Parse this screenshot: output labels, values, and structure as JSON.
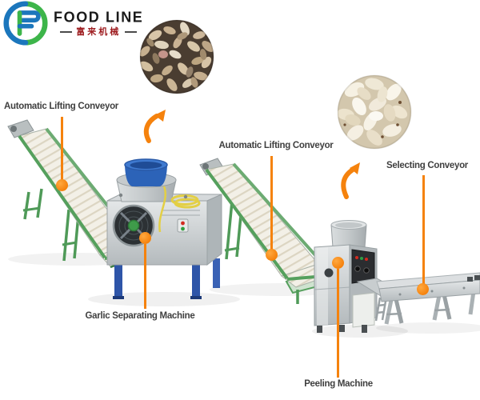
{
  "logo": {
    "icon": "food-line-logo-icon",
    "brand": "FOOD LINE",
    "brand_cn": "富来机械",
    "colors": {
      "green": "#3db54a",
      "blue": "#1b76bc",
      "brand_text": "#1a1a1a",
      "cn_text": "#9e1d20"
    }
  },
  "diagram": {
    "accent_color": "#f5820d",
    "label_color": "#3f3f3f",
    "background": "#ffffff",
    "callouts": [
      {
        "id": "lifting-conveyor-1",
        "label": "Automatic Lifting Conveyor"
      },
      {
        "id": "lifting-conveyor-2",
        "label": "Automatic Lifting Conveyor"
      },
      {
        "id": "selecting-conveyor",
        "label": "Selecting Conveyor"
      },
      {
        "id": "garlic-separating-machine",
        "label": "Garlic Separating Machine"
      },
      {
        "id": "peeling-machine",
        "label": "Peeling Machine"
      }
    ],
    "product_photos": [
      {
        "id": "separated-garlic-cloves-photo",
        "depicts": "garlic cloves with skin after separating"
      },
      {
        "id": "peeled-garlic-cloves-photo",
        "depicts": "peeled white garlic cloves"
      }
    ],
    "flow_icons": [
      "curved-up-arrow-icon",
      "curved-up-arrow-icon"
    ]
  }
}
